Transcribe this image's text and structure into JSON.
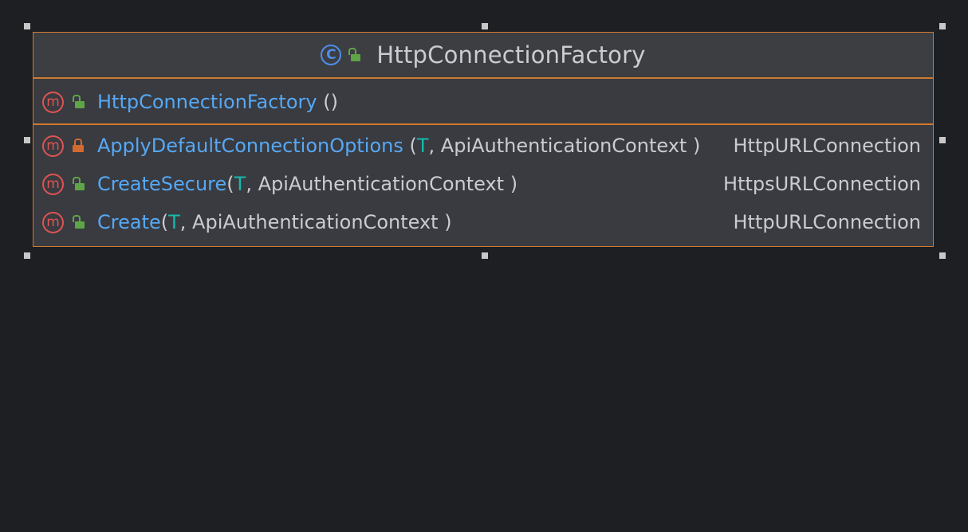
{
  "class": {
    "name": "HttpConnectionFactory",
    "icon": "class-icon",
    "icon_glyph": "C",
    "visibility": "public"
  },
  "constructor": {
    "name": "HttpConnectionFactory",
    "params": "()",
    "icon": "method-icon",
    "icon_glyph": "m",
    "visibility": "public"
  },
  "methods": [
    {
      "name": "ApplyDefaultConnectionOptions",
      "open": " (",
      "type_param": "T",
      "rest": ", ApiAuthenticationContext )",
      "return_type": "HttpURLConnection",
      "visibility": "private",
      "icon_glyph": "m"
    },
    {
      "name": "CreateSecure",
      "open": "(",
      "type_param": "T",
      "rest": ", ApiAuthenticationContext )",
      "return_type": "HttpsURLConnection",
      "visibility": "public",
      "icon_glyph": "m"
    },
    {
      "name": "Create",
      "open": "(",
      "type_param": "T",
      "rest": ", ApiAuthenticationContext )",
      "return_type": "HttpURLConnection",
      "visibility": "public",
      "icon_glyph": "m"
    }
  ],
  "colors": {
    "background": "#1e1f22",
    "border": "#cf7a2e",
    "method_name": "#56a8f5",
    "type_param": "#16baac",
    "method_icon": "#df5353",
    "class_icon": "#4f8ee8",
    "public_lock": "#5fa547",
    "private_lock": "#d2692e"
  }
}
